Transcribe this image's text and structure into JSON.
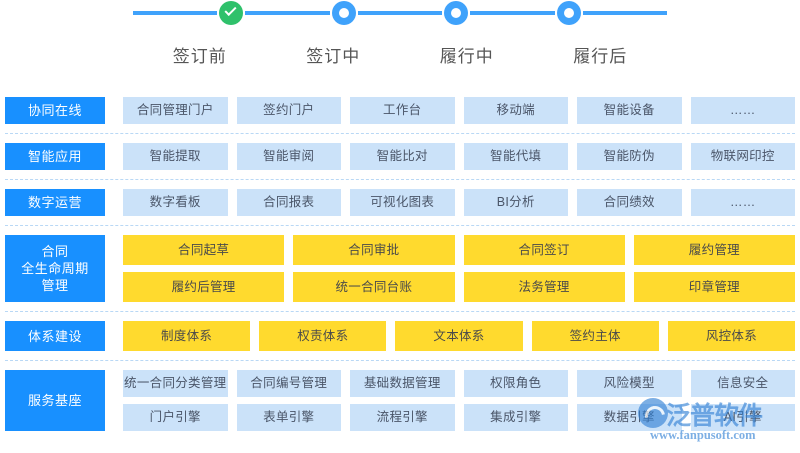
{
  "stepper": {
    "steps": [
      {
        "label": "签订前",
        "state": "done",
        "icon": "check-circle-icon"
      },
      {
        "label": "签订中",
        "state": "active",
        "icon": "ring-circle-icon"
      },
      {
        "label": "履行中",
        "state": "active",
        "icon": "ring-circle-icon"
      },
      {
        "label": "履行后",
        "state": "active",
        "icon": "ring-circle-icon"
      }
    ],
    "colors": {
      "done": "#2fc16b",
      "active": "#3fa2fb",
      "track": "#3fa2fb"
    }
  },
  "colors": {
    "label_block": "#1890ff",
    "cell_blue": "#cbe2f9",
    "cell_yellow": "#ffda2e",
    "separator": "#b9d8f5",
    "watermark": "#2f7fd4"
  },
  "bands": [
    {
      "label": "协同在线",
      "rows": [
        {
          "style": "blue",
          "cells": [
            "合同管理门户",
            "签约门户",
            "工作台",
            "移动端",
            "智能设备",
            "……"
          ]
        }
      ]
    },
    {
      "label": "智能应用",
      "rows": [
        {
          "style": "blue",
          "cells": [
            "智能提取",
            "智能审阅",
            "智能比对",
            "智能代填",
            "智能防伪",
            "物联网印控"
          ]
        }
      ]
    },
    {
      "label": "数字运营",
      "rows": [
        {
          "style": "blue",
          "cells": [
            "数字看板",
            "合同报表",
            "可视化图表",
            "BI分析",
            "合同绩效",
            "……"
          ]
        }
      ]
    },
    {
      "label": "合同\n全生命周期\n管理",
      "rows": [
        {
          "style": "yellow",
          "cells": [
            "合同起草",
            "合同审批",
            "合同签订",
            "履约管理"
          ]
        },
        {
          "style": "yellow",
          "cells": [
            "履约后管理",
            "统一合同台账",
            "法务管理",
            "印章管理"
          ]
        }
      ]
    },
    {
      "label": "体系建设",
      "rows": [
        {
          "style": "yellow",
          "cells": [
            "制度体系",
            "权责体系",
            "文本体系",
            "签约主体",
            "风控体系"
          ]
        }
      ]
    },
    {
      "label": "服务基座",
      "rows": [
        {
          "style": "blue",
          "cells": [
            "统一合同分类管理",
            "合同编号管理",
            "基础数据管理",
            "权限角色",
            "风险模型",
            "信息安全"
          ]
        },
        {
          "style": "blue",
          "cells": [
            "门户引擎",
            "表单引擎",
            "流程引擎",
            "集成引擎",
            "数据引擎",
            "AI引擎"
          ]
        }
      ]
    }
  ],
  "watermark": {
    "brand": "泛普软件",
    "url": "www.fanpusoft.com"
  }
}
